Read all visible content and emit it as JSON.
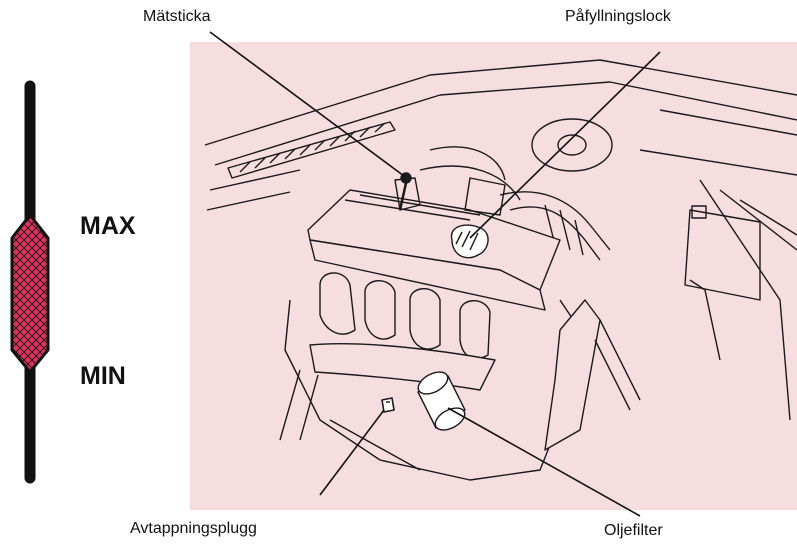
{
  "labels": {
    "dipstick": "Mätsticka",
    "filler_cap": "Påfyllningslock",
    "drain_plug": "Avtappningsplugg",
    "oil_filter": "Oljefilter"
  },
  "gauge": {
    "max": "MAX",
    "min": "MIN"
  },
  "colors": {
    "panel": "#f6dde0",
    "hatch": "#e0325f",
    "ink": "#1a1a1a"
  }
}
